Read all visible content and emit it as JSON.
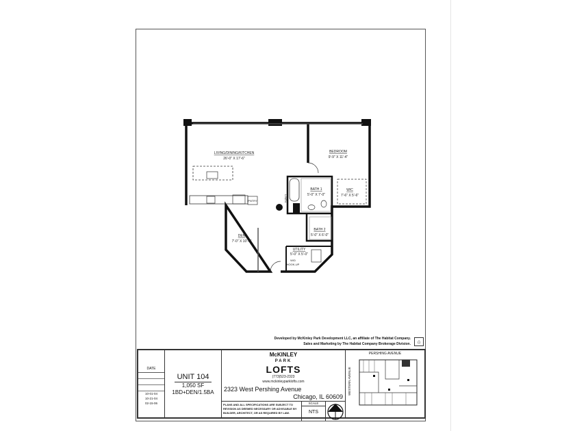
{
  "rooms": {
    "living": {
      "name": "LIVING/DINING/KITCHEN",
      "size": "26'-0\" X 17'-6\""
    },
    "bedroom": {
      "name": "BEDROOM",
      "size": "9'-9\" X 11'-4\""
    },
    "bath1": {
      "name": "BATH 1",
      "size": "5'-0\" X 7'-0\""
    },
    "wic": {
      "name": "WIC",
      "size": "7'-6\" X 5'-6\""
    },
    "den": {
      "name": "DEN",
      "size": "7'-0\" X 10'-0\""
    },
    "bath2": {
      "name": "BATH 2",
      "size": "5'-0\" X 6'-0\""
    },
    "utility": {
      "name": "UTILITY",
      "size": "5'-0\" X 5'-0\""
    },
    "linen": "LINEN",
    "pantry": "PNTRY",
    "wd": [
      "W/D",
      "HOOK-UP"
    ]
  },
  "credits": {
    "line1": "Developed by McKinley Park Development LLC, an affiliate of The Habitat Company.",
    "line2": "Sales and Marketing by The Habitat Company Brokerage Division.",
    "icon": "equal-housing-icon"
  },
  "title_block": {
    "date_label": "DATE",
    "dates": [
      "10-01-04",
      "10-21-04",
      "02-15-06"
    ],
    "unit": "UNIT 104",
    "area": "1,050 SF",
    "type": "1BD+DEN/1.5BA",
    "logo": {
      "line1": "McKINLEY",
      "line2": "PARK",
      "line3": "LOFTS"
    },
    "phone": "(773)523-2323",
    "website": "www.mckinleyparklofts.com",
    "address": "2323 West Pershing Avenue",
    "city": "Chicago, IL  60609",
    "notes": "PLANS AND ALL SPECIFICATIONS ARE SUBJECT TO REVISION AS DEEMED NECESSARY OR ADVISABLE BY BUILDER, ARCHITECT, OR AS REQUIRED BY LAW.",
    "scale_label": "SCALE",
    "scale_value": "NTS",
    "map_top_street": "PERSHING AVENUE",
    "map_side_street": "WESTERN AVENUE"
  }
}
